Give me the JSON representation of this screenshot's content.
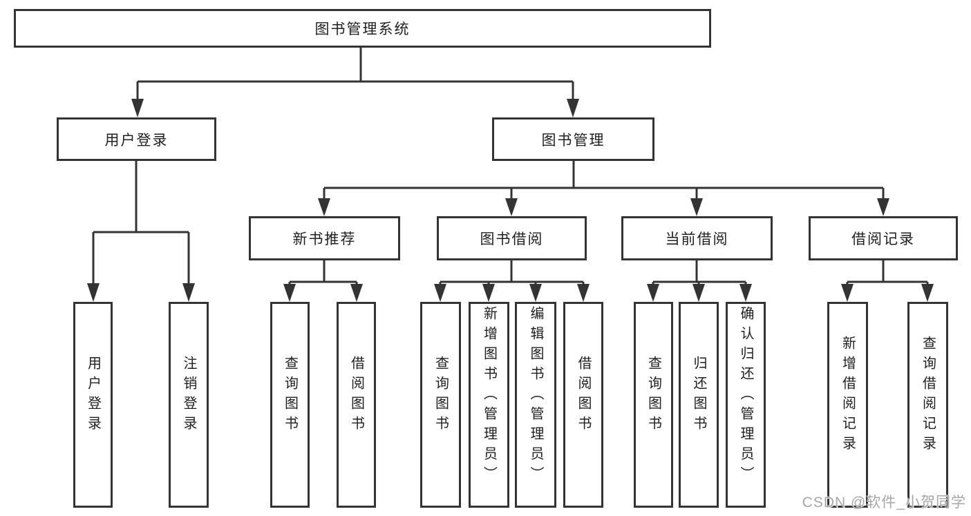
{
  "colors": {
    "line": "#333333",
    "border": "#333333",
    "text": "#1f1f1f",
    "background": "#ffffff",
    "watermark": "#a6a6a6"
  },
  "watermark": {
    "text": "CSDN @软件_小贺同学"
  },
  "tree": {
    "root": "图书管理系统",
    "branches": [
      {
        "label": "用户登录",
        "children": [
          "用户登录",
          "注销登录"
        ]
      },
      {
        "label": "图书管理",
        "children": [
          {
            "label": "新书推荐",
            "children": [
              "查询图书",
              "借阅图书"
            ]
          },
          {
            "label": "图书借阅",
            "children": [
              "查询图书",
              "新增图书（管理员）",
              "编辑图书（管理员）",
              "借阅图书"
            ]
          },
          {
            "label": "当前借阅",
            "children": [
              "查询图书",
              "归还图书",
              "确认归还（管理员）"
            ]
          },
          {
            "label": "借阅记录",
            "children": [
              "新增借阅记录",
              "查询借阅记录"
            ]
          }
        ]
      }
    ]
  }
}
